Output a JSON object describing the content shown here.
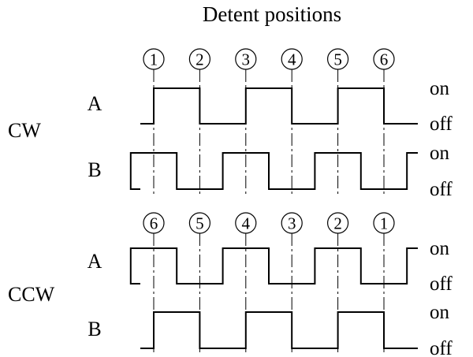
{
  "title": "Detent positions",
  "state_on": "on",
  "state_off": "off",
  "sections": [
    {
      "label": "CW",
      "detents": [
        "1",
        "2",
        "3",
        "4",
        "5",
        "6"
      ],
      "channels": [
        {
          "name": "A",
          "initial": "off",
          "transitions": [
            1,
            3,
            5,
            7,
            9,
            11
          ]
        },
        {
          "name": "B",
          "initial": "off",
          "transitions": [
            0,
            2,
            4,
            6,
            8,
            10,
            12
          ]
        }
      ]
    },
    {
      "label": "CCW",
      "detents": [
        "6",
        "5",
        "4",
        "3",
        "2",
        "1"
      ],
      "channels": [
        {
          "name": "A",
          "initial": "off",
          "transitions": [
            0,
            2,
            4,
            6,
            8,
            10,
            12
          ]
        },
        {
          "name": "B",
          "initial": "off",
          "transitions": [
            1,
            3,
            5,
            7,
            9,
            11
          ]
        }
      ]
    }
  ]
}
